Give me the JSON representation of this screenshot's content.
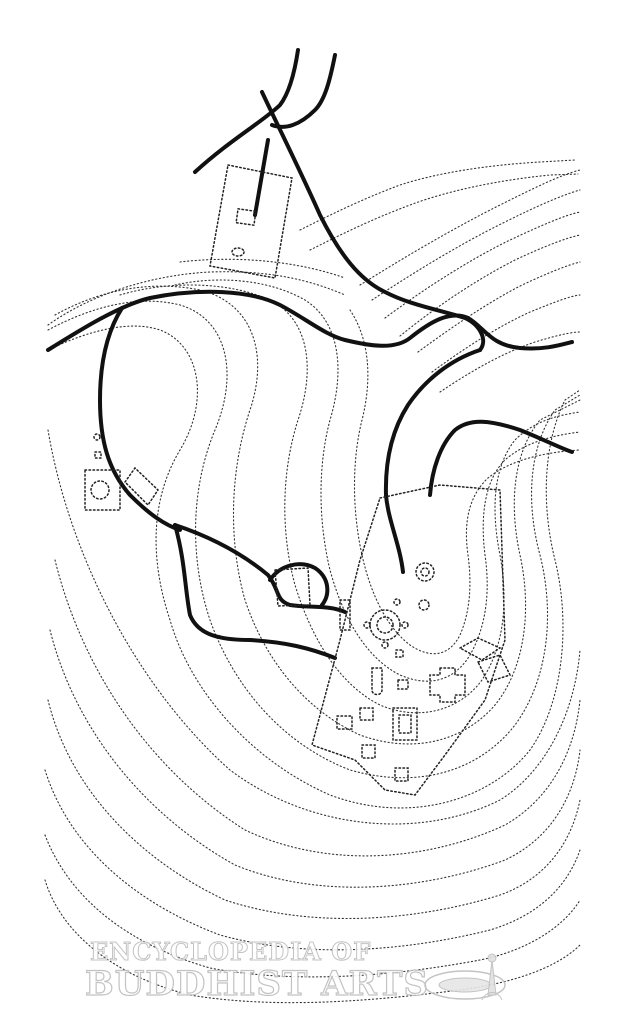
{
  "watermark": {
    "line1": "ENCYCLOPEDIA OF",
    "line2": "BUDDHIST ARTS"
  },
  "colors": {
    "background": "#ffffff",
    "road": "#111111",
    "contour": "#333333",
    "watermark_outline": "#bdbdbd"
  },
  "legend": {
    "contour_style": "dotted",
    "road_style": "solid-thick",
    "structure_style": "dotted-outline"
  }
}
